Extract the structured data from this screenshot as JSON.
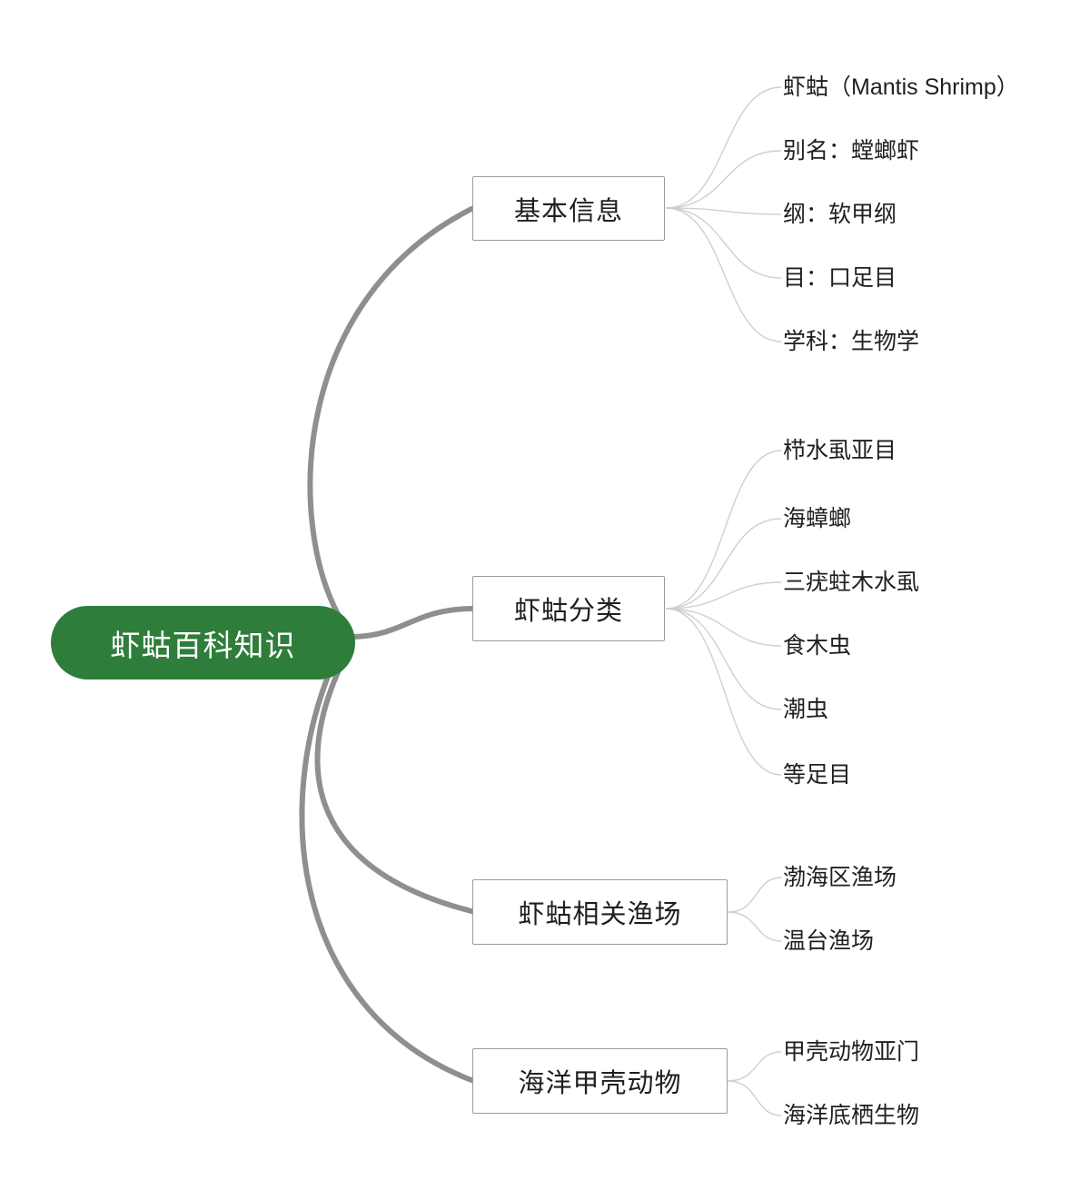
{
  "title": "虾蛄百科知识",
  "colors": {
    "root_bg": "#2e7d3a",
    "root_text": "#ffffff",
    "branch_border": "#9b9b9b",
    "node_text": "#1f1f1f",
    "thick_connector": "#8f8f8f",
    "thin_connector": "#cfcfcf",
    "background": "#ffffff"
  },
  "root": {
    "label": "虾蛄百科知识"
  },
  "branches": [
    {
      "label": "基本信息",
      "children": [
        "虾蛄（Mantis Shrimp）",
        "别名：螳螂虾",
        "纲：软甲纲",
        "目：口足目",
        "学科：生物学"
      ]
    },
    {
      "label": "虾蛄分类",
      "children": [
        "栉水虱亚目",
        "海蟑螂",
        "三疣蛀木水虱",
        "食木虫",
        "潮虫",
        "等足目"
      ]
    },
    {
      "label": "虾蛄相关渔场",
      "children": [
        "渤海区渔场",
        "温台渔场"
      ]
    },
    {
      "label": "海洋甲壳动物",
      "children": [
        "甲壳动物亚门",
        "海洋底栖生物"
      ]
    }
  ]
}
